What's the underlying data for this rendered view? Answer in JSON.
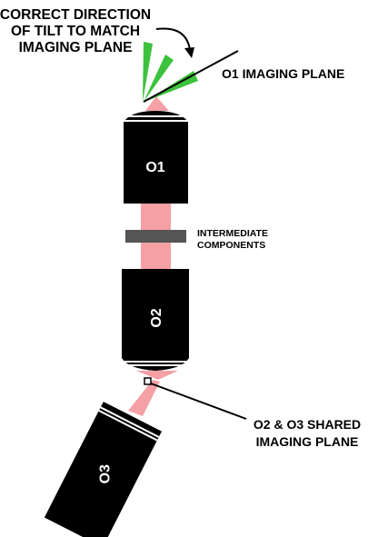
{
  "title_lines": [
    "CORRECT DIRECTION",
    "OF TILT TO MATCH",
    "IMAGING PLANE"
  ],
  "o1_plane_label": "O1 IMAGING PLANE",
  "intermediate_lines": [
    "INTERMEDIATE",
    "COMPONENTS"
  ],
  "shared_plane_lines": [
    "O2 & O3 SHARED",
    "IMAGING PLANE"
  ],
  "objectives": {
    "o1": "O1",
    "o2": "O2",
    "o3": "O3"
  },
  "colors": {
    "beam": "#f4a0a4",
    "body": "#000000",
    "tilt_wedge": "#3cc23c",
    "intermediate_bar": "#555555",
    "outline": "#000000"
  }
}
